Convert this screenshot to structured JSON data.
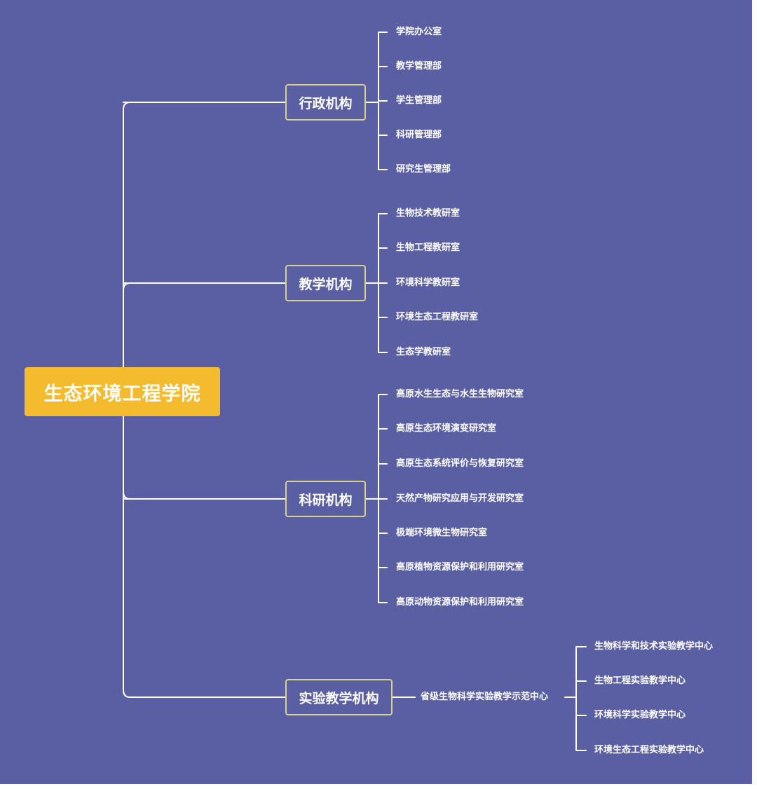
{
  "root": {
    "label": "生态环境工程学院"
  },
  "branches": [
    {
      "label": "行政机构",
      "children": [
        "学院办公室",
        "教学管理部",
        "学生管理部",
        "科研管理部",
        "研究生管理部"
      ]
    },
    {
      "label": "教学机构",
      "children": [
        "生物技术教研室",
        "生物工程教研室",
        "环境科学教研室",
        "环境生态工程教研室",
        "生态学教研室"
      ]
    },
    {
      "label": "科研机构",
      "children": [
        "高原水生生态与水生生物研究室",
        "高原生态环境演变研究室",
        "高原生态系统评价与恢复研究室",
        "天然产物研究应用与开发研究室",
        "极端环境微生物研究室",
        "高原植物资源保护和利用研究室",
        "高原动物资源保护和利用研究室"
      ]
    },
    {
      "label": "实验教学机构",
      "sub": {
        "label": "省级生物科学实验教学示范中心",
        "children": [
          "生物科学和技术实验教学中心",
          "生物工程实验教学中心",
          "环境科学实验教学中心",
          "环境生态工程实验教学中心"
        ]
      }
    }
  ],
  "colors": {
    "background": "#5a5ea2",
    "root_fill": "#f3bb2d",
    "branch_border": "#d8d28a",
    "line": "#ffffff"
  }
}
